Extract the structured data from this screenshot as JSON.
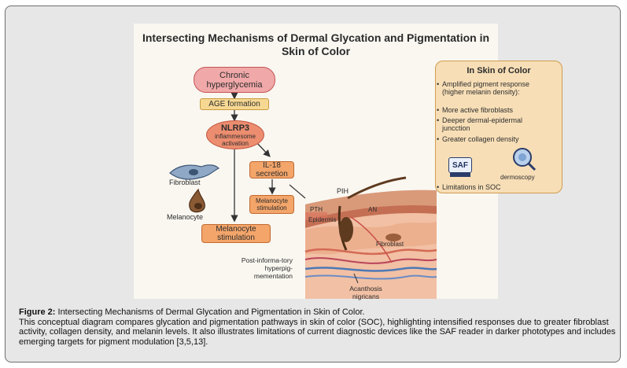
{
  "figure": {
    "title": "Intersecting Mechanisms of Dermal Glycation and Pigmentation in Skin of Color",
    "flow": {
      "chronic": "Chronic hyperglycemia",
      "age": "AGE formation",
      "nlrp3": "NLRP3",
      "nlrp3_sub": "inflammesome activation",
      "il18": "IL-18 secretion",
      "mel_stim_small": "Melanocyte stimulation",
      "mel_stim_big": "Melanocyte stimulation"
    },
    "cells": {
      "fibroblast": "Fibroblast",
      "melanocyte": "Melanocyte"
    },
    "soc_panel": {
      "title": "In Skin of Color",
      "items": [
        "Amplified pigment response (higher melanin density):",
        "More active fibroblasts",
        "Deeper dermal-epidermal juncction",
        "Greater collagen density"
      ],
      "saf": "SAF",
      "dermoscopy": "dermoscopy",
      "limitations": "Limitations in SOC"
    },
    "skin_labels": {
      "pih": "PIH",
      "pth": "PTH",
      "an": "AN",
      "epidermis": "Epidermis",
      "fibroblast": "Fibroblast",
      "post": "Post-informa-tory hyperpig-mementation",
      "acanthosis": "Acanthosis nigricans"
    }
  },
  "caption": {
    "label": "Figure 2:",
    "title": " Intersecting Mechanisms of Dermal Glycation and Pigmentation in Skin of Color.",
    "body": "This conceptual diagram compares glycation and pigmentation pathways in skin of color (SOC), highlighting intensified responses due to greater fibroblast activity, collagen density, and melanin levels. It also illustrates limitations of current diagnostic devices like the SAF reader in darker phototypes and includes emerging targets for pigment modulation [3,5,13]."
  }
}
